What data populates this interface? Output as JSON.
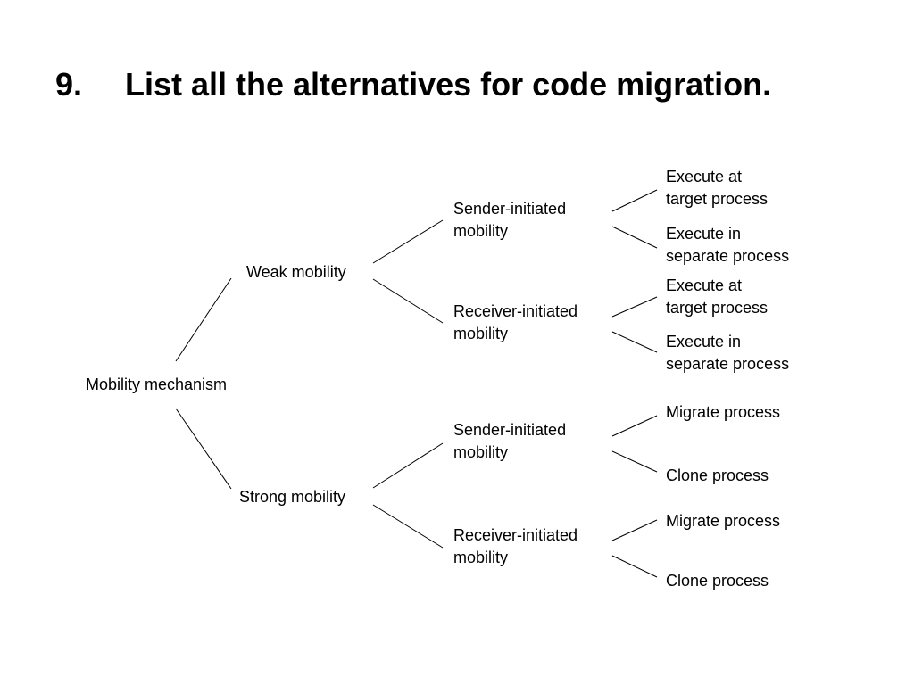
{
  "slide": {
    "number": "9.",
    "title": "List all the alternatives for code migration."
  },
  "tree": {
    "root": "Mobility mechanism",
    "weak": {
      "label": "Weak mobility",
      "sender": {
        "label": [
          "Sender-initiated",
          "mobility"
        ],
        "opt1": [
          "Execute at",
          "target process"
        ],
        "opt2": [
          "Execute in",
          "separate process"
        ]
      },
      "receiver": {
        "label": [
          "Receiver-initiated",
          "mobility"
        ],
        "opt1": [
          "Execute at",
          "target process"
        ],
        "opt2": [
          "Execute in",
          "separate process"
        ]
      }
    },
    "strong": {
      "label": "Strong mobility",
      "sender": {
        "label": [
          "Sender-initiated",
          "mobility"
        ],
        "opt1": "Migrate process",
        "opt2": "Clone process"
      },
      "receiver": {
        "label": [
          "Receiver-initiated",
          "mobility"
        ],
        "opt1": "Migrate process",
        "opt2": "Clone process"
      }
    }
  }
}
